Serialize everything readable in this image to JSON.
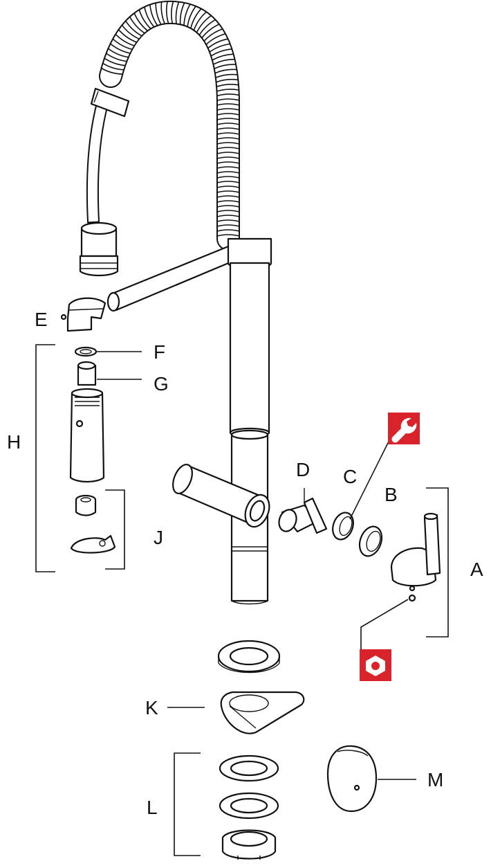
{
  "diagram": {
    "labels": {
      "A": "A",
      "B": "B",
      "C": "C",
      "D": "D",
      "E": "E",
      "F": "F",
      "G": "G",
      "H": "H",
      "J": "J",
      "K": "K",
      "L": "L",
      "M": "M"
    },
    "icons": {
      "wrench": "wrench-icon",
      "hex_nut": "hex-nut-icon"
    },
    "colors": {
      "badge": "#d9232a",
      "line": "#111111",
      "background": "#ffffff"
    }
  }
}
